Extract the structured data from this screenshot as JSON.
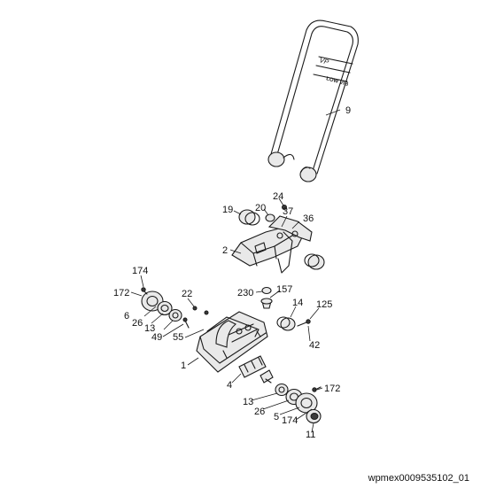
{
  "logo": {
    "brand": "VP",
    "text": "LOW VIB"
  },
  "callouts": [
    {
      "id": "c9",
      "label": "9"
    },
    {
      "id": "c24",
      "label": "24"
    },
    {
      "id": "c19",
      "label": "19"
    },
    {
      "id": "c20",
      "label": "20"
    },
    {
      "id": "c37",
      "label": "37"
    },
    {
      "id": "c36",
      "label": "36"
    },
    {
      "id": "c2",
      "label": "2"
    },
    {
      "id": "c174a",
      "label": "174"
    },
    {
      "id": "c172a",
      "label": "172"
    },
    {
      "id": "c22",
      "label": "22"
    },
    {
      "id": "c230",
      "label": "230"
    },
    {
      "id": "c157",
      "label": "157"
    },
    {
      "id": "c14",
      "label": "14"
    },
    {
      "id": "c125",
      "label": "125"
    },
    {
      "id": "c6",
      "label": "6"
    },
    {
      "id": "c26a",
      "label": "26"
    },
    {
      "id": "c13a",
      "label": "13"
    },
    {
      "id": "c49",
      "label": "49"
    },
    {
      "id": "c55",
      "label": "55"
    },
    {
      "id": "c42",
      "label": "42"
    },
    {
      "id": "c1",
      "label": "1"
    },
    {
      "id": "c4",
      "label": "4"
    },
    {
      "id": "c172b",
      "label": "172"
    },
    {
      "id": "c13b",
      "label": "13"
    },
    {
      "id": "c26b",
      "label": "26"
    },
    {
      "id": "c5",
      "label": "5"
    },
    {
      "id": "c174b",
      "label": "174"
    },
    {
      "id": "c11",
      "label": "11"
    }
  ],
  "footer": {
    "code": "wpmex0009535102_01"
  }
}
